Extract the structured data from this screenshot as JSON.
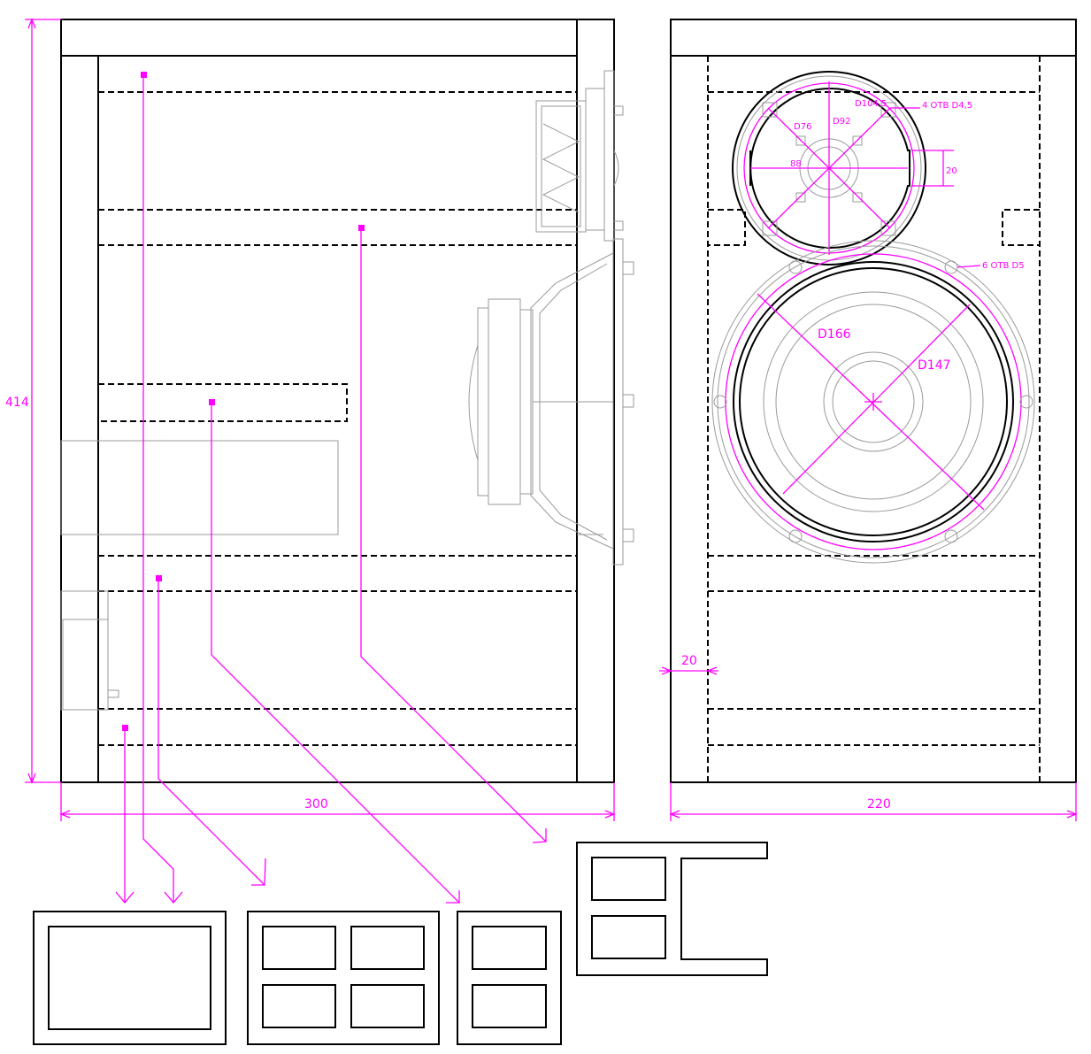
{
  "dimensions": {
    "height_total": "414",
    "width_side": "300",
    "width_front": "220",
    "panel_thickness": "20"
  },
  "tweeter": {
    "flange_diameter": "D104,5",
    "bolt_circle_diameter": "D92",
    "cutout_diameter": "D76",
    "cutout_flat_width": "88",
    "notch_height": "20",
    "mounting_holes": "4 ОТВ D4,5"
  },
  "woofer": {
    "outer_diameter": "D166",
    "cutout_diameter": "D147",
    "mounting_holes": "6 ОТВ D5"
  },
  "colors": {
    "dimension_lines": "#ff00ff",
    "outline": "#000000",
    "driver_outline": "#9a9a9a"
  }
}
